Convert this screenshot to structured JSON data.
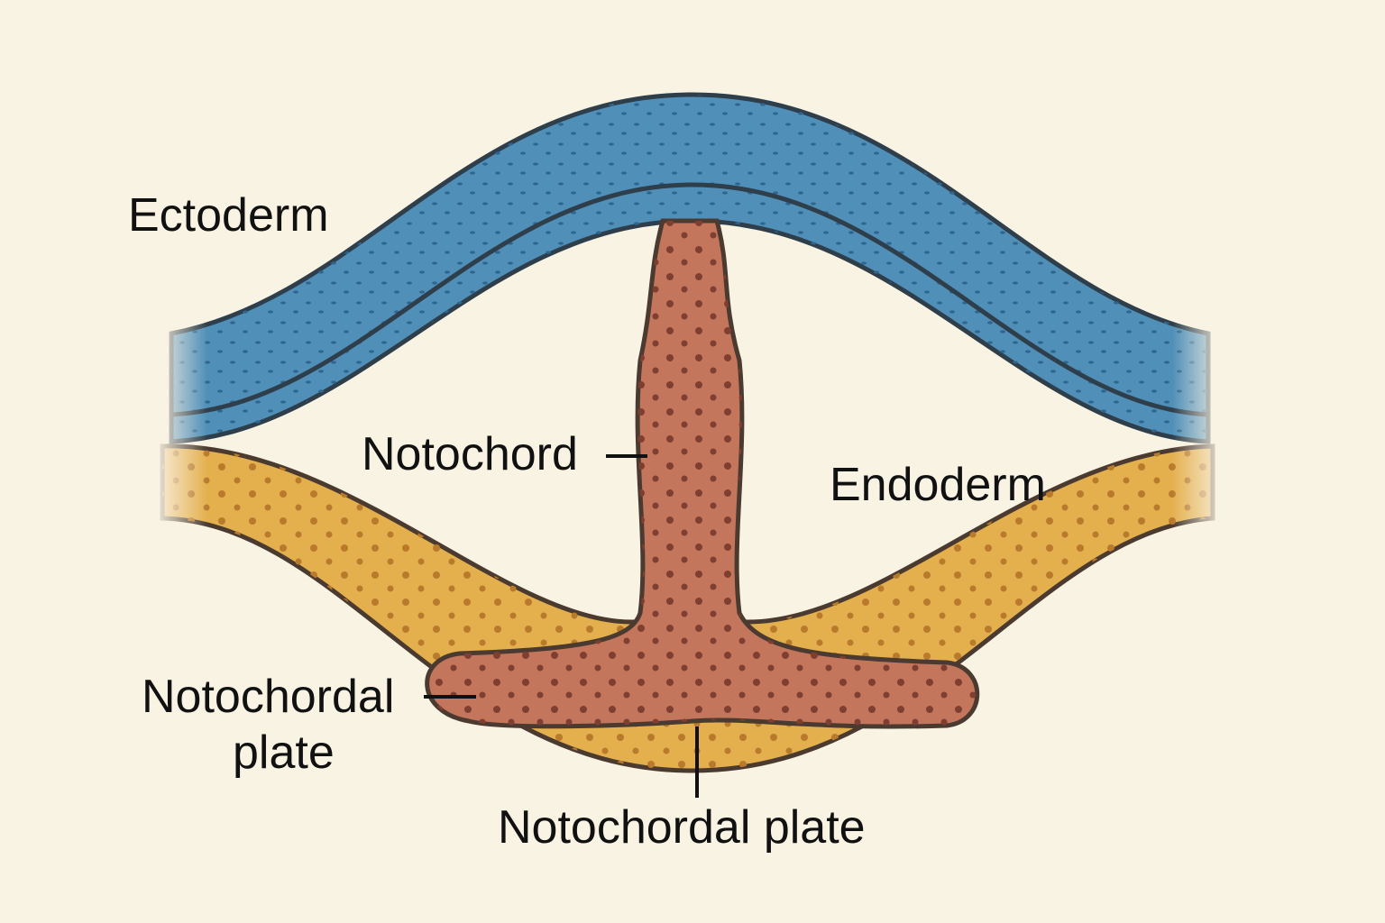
{
  "labels": {
    "ectoderm": "Ectoderm",
    "notochord": "Notochord",
    "endoderm": "Endoderm",
    "notochordal_plate_left_line1": "Notochordal",
    "notochordal_plate_left_line2": "plate",
    "notochordal_plate_bottom": "Notochordal plate"
  },
  "colors": {
    "background": "#f9f3e4",
    "ectoderm": "#4f8fb8",
    "endoderm": "#e4b04e",
    "notochord": "#c4765c",
    "outline": "#4a3a30"
  }
}
